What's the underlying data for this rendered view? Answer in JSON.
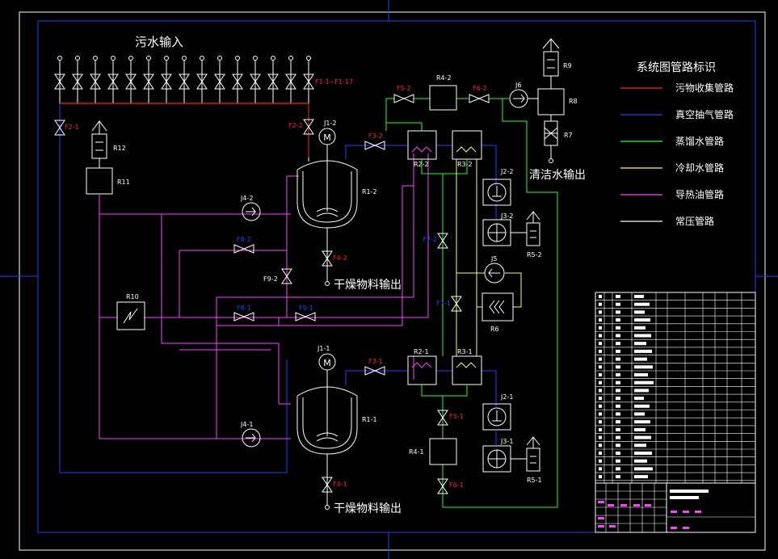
{
  "titles": {
    "sewage_in": "污水输入",
    "clean_water_out": "清洁水输出",
    "dry_out_top": "干燥物料输出",
    "dry_out_bottom": "干燥物料输出"
  },
  "legend": {
    "title": "系统图管路标识",
    "items": [
      {
        "label": "污物收集管路",
        "color": "#ff2020"
      },
      {
        "label": "真空抽气管路",
        "color": "#2040ff"
      },
      {
        "label": "蒸馏水管路",
        "color": "#20ff20"
      },
      {
        "label": "冷却水管路",
        "color": "#ffff40"
      },
      {
        "label": "导热油管路",
        "color": "#ff40ff"
      },
      {
        "label": "常压管路",
        "color": "#ffffff"
      }
    ]
  },
  "labels": {
    "f1": "F1-1~F1-17",
    "f2_1": "F2-1",
    "f2_2": "F2-2",
    "f3_2": "F3-2",
    "f3_1": "F3-1",
    "f4_2": "F4-2",
    "f4_1": "F4-1",
    "f5_2": "F5-2",
    "f5_1": "F5-1",
    "f6_2": "F6-2",
    "f6_1": "F6-1",
    "f6_1b": "F6-1",
    "f7_2": "F7-2",
    "f7_1": "F7-1",
    "f8_2": "F8-2",
    "f8_1": "F8-1",
    "f9_1": "F9-1",
    "f9_2": "F9-2",
    "j1_2": "J1-2",
    "j1_1": "J1-1",
    "j2_2": "J2-2",
    "j2_1": "J2-1",
    "j3_2": "J3-2",
    "j3_1": "J3-1",
    "j4_2": "J4-2",
    "j4_1": "J4-1",
    "j5": "J5",
    "j6": "J6",
    "r1_2": "R1-2",
    "r1_1": "R1-1",
    "r2_2": "R2-2",
    "r2_1": "R2-1",
    "r3_2": "R3-2",
    "r3_1": "R3-1",
    "r4_2": "R4-2",
    "r4_1": "R4-1",
    "r5_2": "R5-2",
    "r5_1": "R5-1",
    "r6": "R6",
    "r7": "R7",
    "r8": "R8",
    "r9": "R9",
    "r10": "R10",
    "r11": "R11",
    "r12": "R12",
    "motor": "M"
  }
}
